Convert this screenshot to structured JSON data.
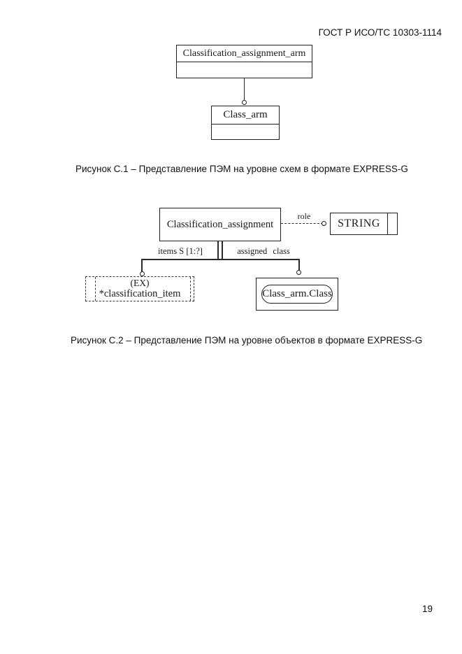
{
  "doc": {
    "header_title": "ГОСТ Р ИСО/ТС 10303-1114",
    "page_number": "19",
    "ink_color": "#1a1a1a",
    "background_color": "#ffffff"
  },
  "figure_c1": {
    "caption": "Рисунок С.1 –  Представление ПЭМ на уровне схем в формате EXPRESS-G",
    "entity_arm": "Classification_assignment_arm",
    "entity_class_arm": "Class_arm"
  },
  "figure_c2": {
    "caption": "Рисунок С.2 –  Представление ПЭМ на уровне объектов в формате EXPRESS-G",
    "entity_main": "Classification_assignment",
    "type_string": "STRING",
    "label_role": "role",
    "label_items": "items S [1:?]",
    "label_assigned_class": "assigned class",
    "select_ext_marker": "(EX)",
    "select_item": "*classification_item",
    "entity_ref": "Class_arm.Class"
  }
}
